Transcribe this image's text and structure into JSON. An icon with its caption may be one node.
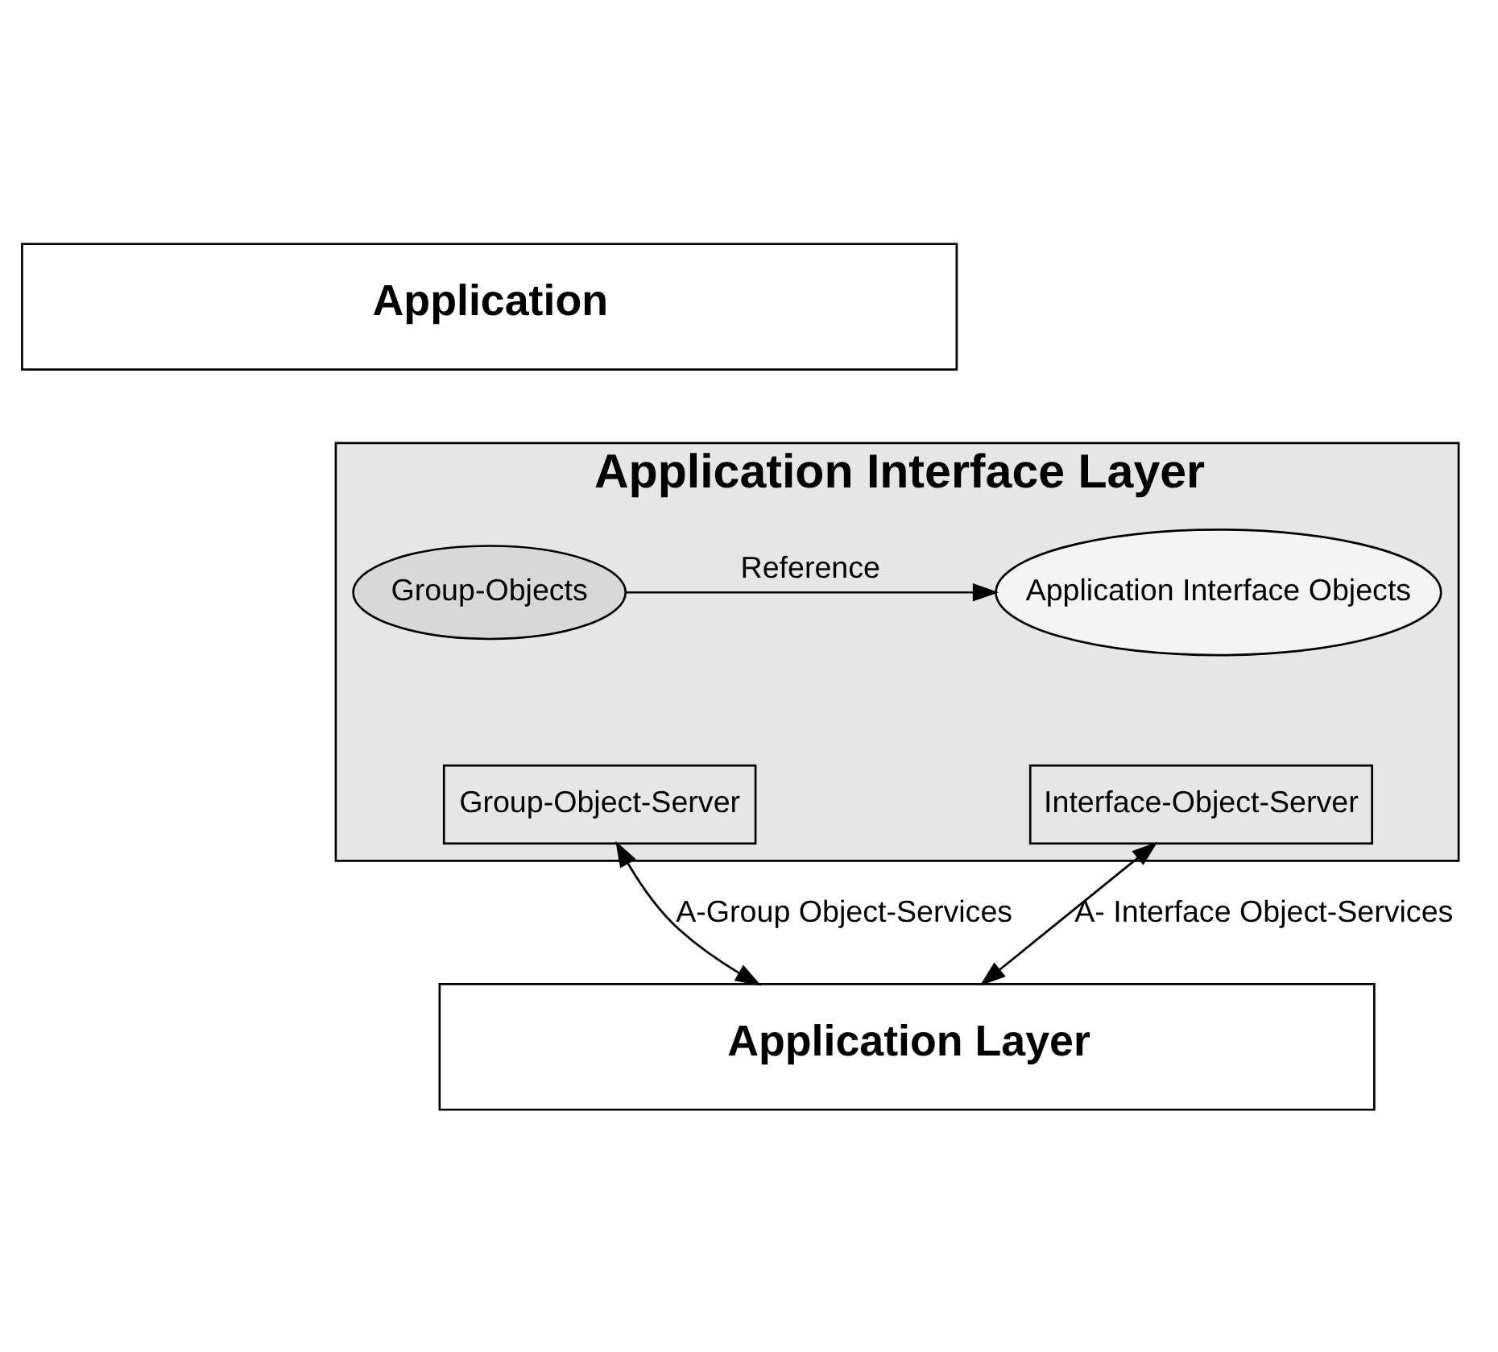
{
  "diagram": {
    "nodes": [
      {
        "text": [
          "Application"
        ]
      },
      {
        "text": [
          "Application Interface Layer"
        ]
      },
      {
        "text": [
          "Group-Objects"
        ],
        "in": 1
      },
      {
        "text": [
          "Application Interface Objects"
        ],
        "in": 1
      },
      {
        "text": [
          "Group-Object-Server"
        ],
        "in": 1
      },
      {
        "text": [
          "Interface-Object-Server"
        ],
        "in": 1
      },
      {
        "text": [
          "Application Layer"
        ]
      }
    ],
    "edges": [
      {
        "from": 2,
        "to": 3,
        "arrow": "to",
        "label": "Reference"
      },
      {
        "from": 4,
        "to": 6,
        "arrow": "both",
        "label": "A-Group Object-Services"
      },
      {
        "from": 5,
        "to": 6,
        "arrow": "both",
        "label": "A- Interface Object-Services"
      }
    ]
  }
}
